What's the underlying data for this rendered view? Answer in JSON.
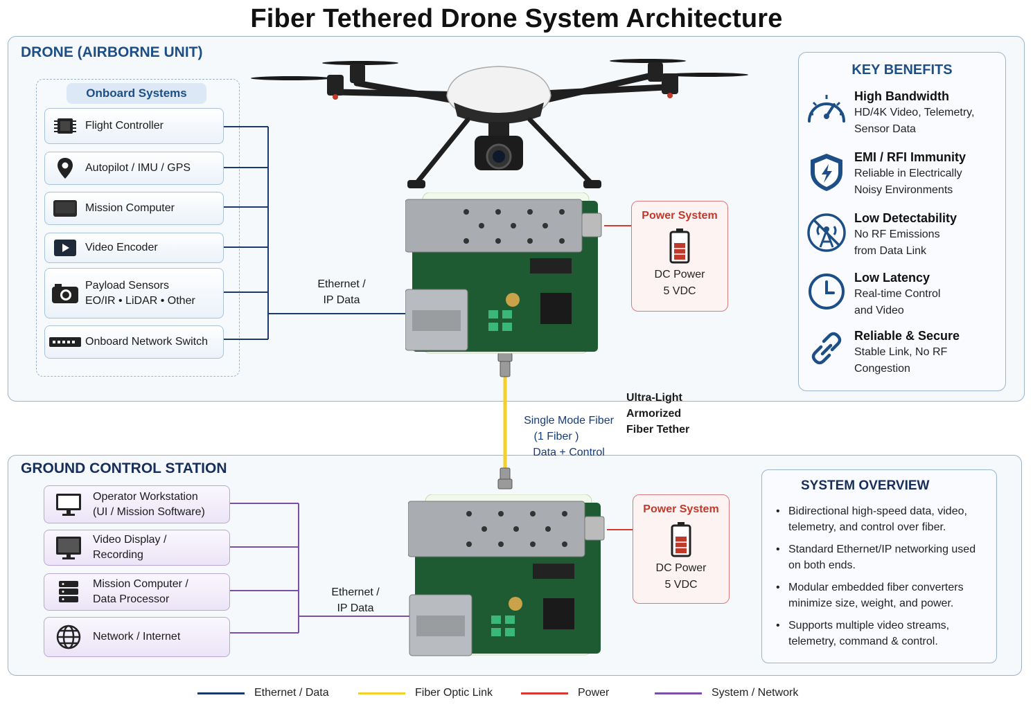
{
  "title": "Fiber Tethered Drone System Architecture",
  "drone": {
    "section_title": "DRONE (AIRBORNE UNIT)",
    "panel_title": "Onboard Systems",
    "items": [
      {
        "icon": "chip-icon",
        "label": "Flight Controller"
      },
      {
        "icon": "location-pin-icon",
        "label": "Autopilot / IMU / GPS"
      },
      {
        "icon": "computer-box-icon",
        "label": "Mission Computer"
      },
      {
        "icon": "play-icon",
        "label": "Video Encoder"
      },
      {
        "icon": "camera-icon",
        "label": "Payload Sensors",
        "sub": "EO/IR • LiDAR • Other"
      },
      {
        "icon": "switch-icon",
        "label": "Onboard Network Switch"
      }
    ],
    "link_label_1": "Ethernet /",
    "link_label_2": "IP Data",
    "power": {
      "title": "Power System",
      "line1": "DC Power",
      "line2": "5 VDC"
    }
  },
  "benefits": {
    "title": "KEY BENEFITS",
    "items": [
      {
        "icon": "gauge-icon",
        "title": "High Bandwidth",
        "line1": "HD/4K Video, Telemetry,",
        "line2": "Sensor Data"
      },
      {
        "icon": "shield-icon",
        "title": "EMI / RFI Immunity",
        "line1": "Reliable in Electrically",
        "line2": "Noisy Environments"
      },
      {
        "icon": "no-antenna-icon",
        "title": "Low Detectability",
        "line1": "No RF Emissions",
        "line2": "from Data Link"
      },
      {
        "icon": "clock-icon",
        "title": "Low Latency",
        "line1": "Real-time Control",
        "line2": "and Video"
      },
      {
        "icon": "link-icon",
        "title": "Reliable & Secure",
        "line1": "Stable Link, No RF",
        "line2": "Congestion"
      }
    ]
  },
  "fiber": {
    "line1": "Single Mode Fiber",
    "line2": "(1  Fiber  )",
    "line3": "Data + Control",
    "tether1": "Ultra-Light",
    "tether2": "Armorized",
    "tether3": "Fiber Tether"
  },
  "ground": {
    "section_title": "GROUND CONTROL STATION",
    "items": [
      {
        "icon": "monitor-icon",
        "label": "Operator Workstation",
        "sub": "(UI / Mission Software)"
      },
      {
        "icon": "display-icon",
        "label": "Video Display /",
        "sub": "Recording"
      },
      {
        "icon": "server-icon",
        "label": "Mission Computer /",
        "sub": "Data Processor"
      },
      {
        "icon": "globe-icon",
        "label": "Network / Internet"
      }
    ],
    "link_label_1": "Ethernet /",
    "link_label_2": "IP Data",
    "power": {
      "title": "Power System",
      "line1": "DC Power",
      "line2": "5 VDC"
    }
  },
  "overview": {
    "title": "SYSTEM OVERVIEW",
    "bullets": [
      "Bidirectional high-speed data, video, telemetry, and control over fiber.",
      "Standard Ethernet/IP networking used on both ends.",
      "Modular embedded fiber converters minimize size, weight, and power.",
      "Supports multiple video streams, telemetry, command & control."
    ]
  },
  "legend": [
    {
      "label": "Ethernet / Data",
      "color": "#1b3a6b"
    },
    {
      "label": "Fiber Optic Link",
      "color": "#f2d12a"
    },
    {
      "label": "Power",
      "color": "#d63a2e"
    },
    {
      "label": "System / Network",
      "color": "#7b4fa8"
    }
  ]
}
